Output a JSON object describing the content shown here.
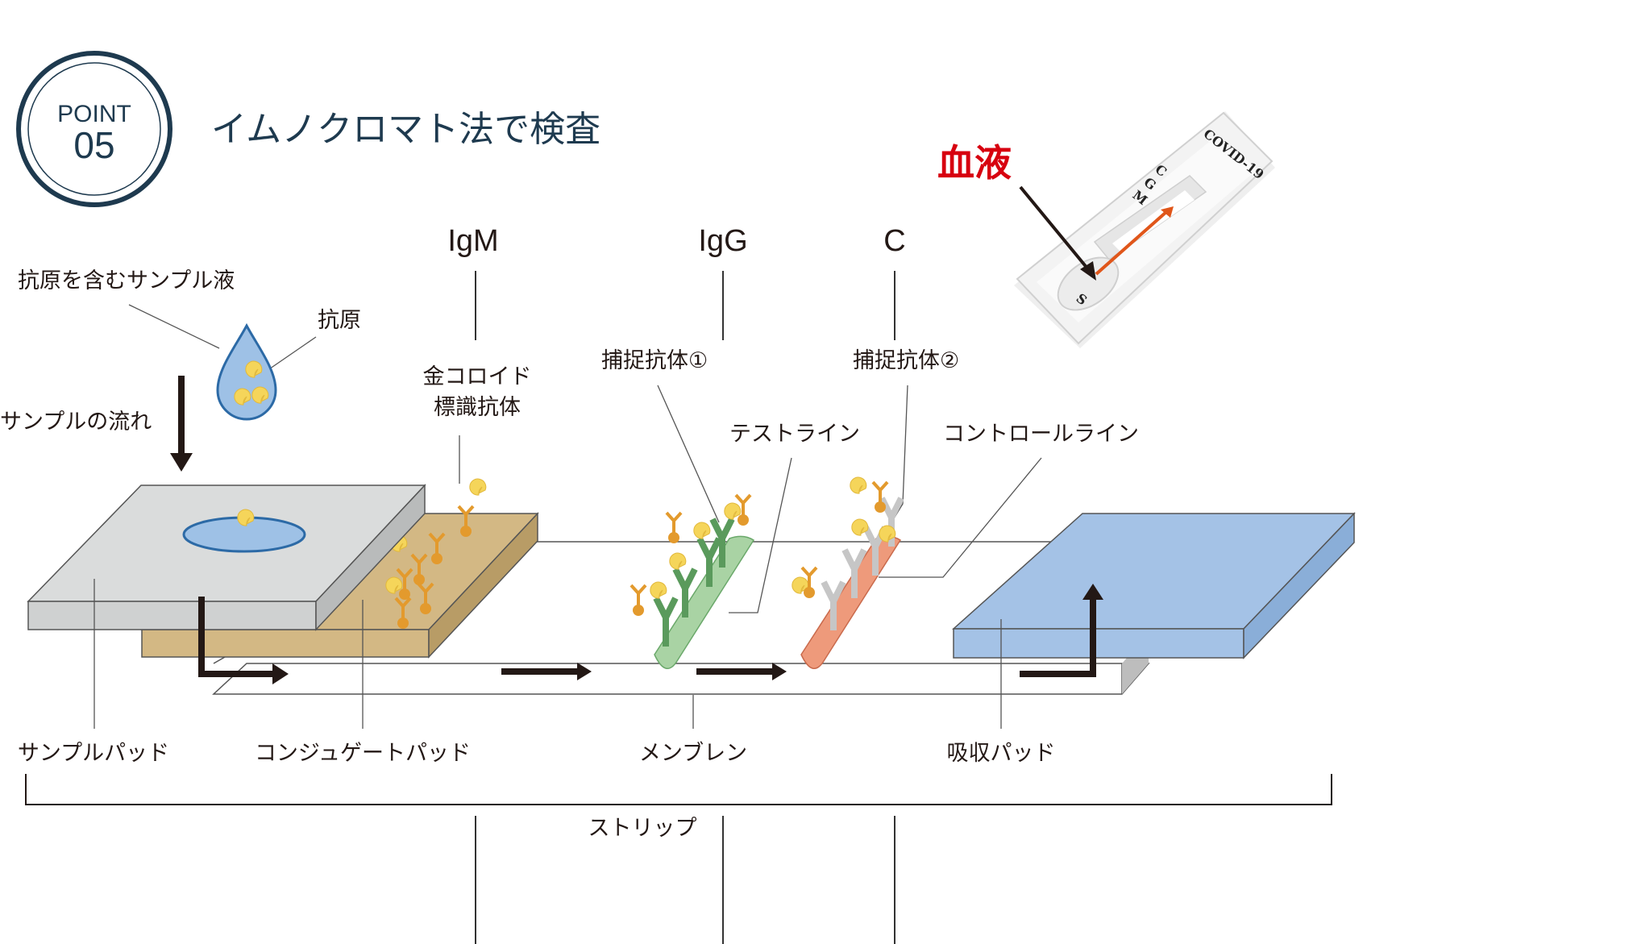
{
  "header": {
    "badge_top": "POINT",
    "badge_number": "05",
    "title": "イムノクロマト法で検査"
  },
  "columns": {
    "igm": "IgM",
    "igg": "IgG",
    "c": "C"
  },
  "labels": {
    "sample_liquid": "抗原を含むサンプル液",
    "antigen": "抗原",
    "sample_flow": "サンプルの流れ",
    "gold_colloid_line1": "金コロイド",
    "gold_colloid_line2": "標識抗体",
    "capture_ab1": "捕捉抗体①",
    "capture_ab2": "捕捉抗体②",
    "test_line": "テストライン",
    "control_line": "コントロールライン",
    "sample_pad": "サンプルパッド",
    "conjugate_pad": "コンジュゲートパッド",
    "membrane": "メンブレン",
    "absorbent_pad": "吸収パッド",
    "strip": "ストリップ"
  },
  "photo": {
    "blood_label": "血液",
    "cassette_name": "COVID-19",
    "cassette_marks": [
      "C",
      "G",
      "M"
    ],
    "cassette_well": "S"
  },
  "colors": {
    "navy": "#1e3a4f",
    "sample_pad": "#dadcdc",
    "conjugate_pad": "#d3b884",
    "absorbent_pad": "#a4c2e6",
    "test_line": "#a9d3a4",
    "control_line": "#ee9a7b",
    "antibody_green": "#5a9a5c",
    "antibody_gray": "#c6c6c6",
    "antibody_orange": "#e39a2d",
    "antigen_yellow": "#f5d55a",
    "drop_blue": "#9ec1e6",
    "arrow_red": "#e0561a",
    "blood_red": "#d7000f"
  }
}
